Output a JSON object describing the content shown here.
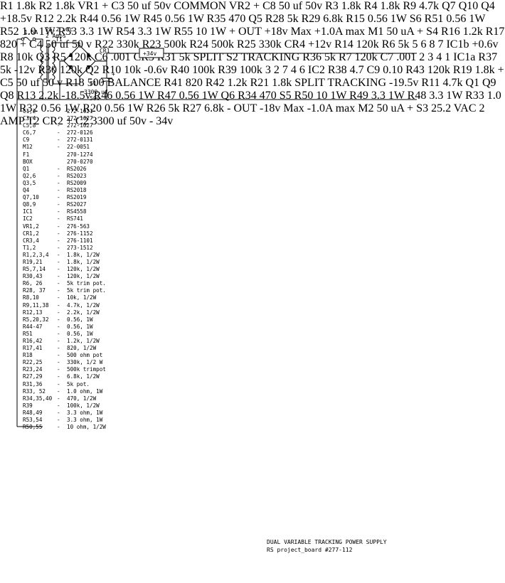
{
  "title": {
    "line1": "DUAL VARIABLE TRACKING POWER SUPPLY",
    "line2": "RS project_board #277-112"
  },
  "parts_list": [
    {
      "ref": "C1,2",
      "sep": "-",
      "val": "272-1021"
    },
    {
      "ref": "C3,4",
      "sep": "-",
      "val": "272-1027"
    },
    {
      "ref": "C5,8",
      "sep": "-",
      "val": "272-1027"
    },
    {
      "ref": "C6,7",
      "sep": "-",
      "val": "272-0126"
    },
    {
      "ref": "C9",
      "sep": "-",
      "val": "272-0131"
    },
    {
      "ref": "M12",
      "sep": "-",
      "val": "22-0051"
    },
    {
      "ref": "F1",
      "sep": "",
      "val": "270-1274"
    },
    {
      "ref": "BOX",
      "sep": "",
      "val": "270-0270"
    },
    {
      "ref": "Q1",
      "sep": "-",
      "val": "RS2026"
    },
    {
      "ref": "Q2,6",
      "sep": "-",
      "val": "RS2023"
    },
    {
      "ref": "Q3,5",
      "sep": "-",
      "val": "RS2009"
    },
    {
      "ref": "Q4",
      "sep": "-",
      "val": "RS2018"
    },
    {
      "ref": "Q7,10",
      "sep": "-",
      "val": "RS2019"
    },
    {
      "ref": "Q8,9",
      "sep": "-",
      "val": "RS2027"
    },
    {
      "ref": "IC1",
      "sep": "-",
      "val": "RS4558"
    },
    {
      "ref": "IC2",
      "sep": "-",
      "val": "RS741"
    },
    {
      "ref": "VR1,2",
      "sep": "-",
      "val": "276-563"
    },
    {
      "ref": "CR1,2",
      "sep": "-",
      "val": "276-1152"
    },
    {
      "ref": "CR3,4",
      "sep": "-",
      "val": "276-1101"
    },
    {
      "ref": "T1,2",
      "sep": "-",
      "val": "273-1512"
    },
    {
      "ref": "R1,2,3,4",
      "sep": "-",
      "val": "1.8k, 1/2W"
    },
    {
      "ref": "R19,21",
      "sep": "-",
      "val": "1.8k, 1/2W"
    },
    {
      "ref": "R5,7,14",
      "sep": "-",
      "val": "120k, 1/2W"
    },
    {
      "ref": "R30,43",
      "sep": "-",
      "val": "120k, 1/2W"
    },
    {
      "ref": "R6, 26",
      "sep": "-",
      "val": "5k trim pot."
    },
    {
      "ref": "R28, 37",
      "sep": "-",
      "val": "5k trim pot."
    },
    {
      "ref": "R8,10",
      "sep": "-",
      "val": "10k, 1/2W"
    },
    {
      "ref": "R9,11,38",
      "sep": "-",
      "val": "4.7k, 1/2W"
    },
    {
      "ref": "R12,13",
      "sep": "-",
      "val": "2.2k, 1/2W"
    },
    {
      "ref": "R5,20,32",
      "sep": "-",
      "val": "0.56, 1W"
    },
    {
      "ref": "R44-47",
      "sep": "-",
      "val": "0.56, 1W"
    },
    {
      "ref": "R51",
      "sep": "-",
      "val": "0.56, 1W"
    },
    {
      "ref": "R16,42",
      "sep": "-",
      "val": "1.2k, 1/2W"
    },
    {
      "ref": "R17,41",
      "sep": "-",
      "val": "820, 1/2W"
    },
    {
      "ref": "R18",
      "sep": "-",
      "val": "500 ohm pot"
    },
    {
      "ref": "R22,25",
      "sep": "-",
      "val": "330k, 1/2 W"
    },
    {
      "ref": "R23,24",
      "sep": "-",
      "val": "500k trimpot"
    },
    {
      "ref": "R27,29",
      "sep": "-",
      "val": "6.8k, 1/2W"
    },
    {
      "ref": "R31,36",
      "sep": "-",
      "val": "5k pot."
    },
    {
      "ref": "R33, 52",
      "sep": "-",
      "val": "1.0 ohm, 1W"
    },
    {
      "ref": "R34,35,40",
      "sep": "-",
      "val": "470, 1/2W"
    },
    {
      "ref": "R39",
      "sep": "-",
      "val": "100k, 1/2W"
    },
    {
      "ref": "R48,49",
      "sep": "-",
      "val": "3.3 ohm, 1W"
    },
    {
      "ref": "R53,54",
      "sep": "-",
      "val": "3.3 ohm, 1W"
    },
    {
      "ref": "R50,55",
      "sep": "-",
      "val": "10 ohm, 1/2W"
    }
  ],
  "rails": {
    "pos34": "+34v",
    "neg34": "- 34v",
    "pos12": "+12v",
    "neg12": "-12v",
    "pos18_5": "+18.5v",
    "neg18_5": "-18.5v",
    "neg19_5": "-19.5v",
    "pos0_6": "+0.6v",
    "neg0_6": "-0.6v",
    "common": "COMMON"
  },
  "outputs": {
    "pos_out": "+ OUT",
    "neg_out": "- OUT",
    "pos_spec1": "+18v Max",
    "pos_spec2": "+1.0A max",
    "neg_spec1": "-18v Max",
    "neg_spec2": "-1.0A max"
  },
  "balance_label": "BALANCE",
  "fuse": {
    "label": "1.5A"
  },
  "transformers": {
    "t1": {
      "ref": "T1",
      "rating1": "25.2 vac",
      "rating2": "2 Amps"
    },
    "t2": {
      "ref": "T2",
      "rating1": "25.2 VAC",
      "rating2": "2 AMP"
    }
  },
  "components": {
    "cr1": "CR1",
    "cr2": "CR2",
    "cr3": "CR3",
    "cr4": "CR4",
    "c1": "C1",
    "c1v": "3300 uf",
    "c1w": "50v",
    "c2": "C2",
    "c2v": "3300 uf",
    "c2w": "50v",
    "c3": "C3",
    "c3v": "50 uf",
    "c3w": "50v",
    "c4": "C4",
    "c4v": "50 uf",
    "c4w": "50 v",
    "c5": "C5",
    "c5v": "50 uf",
    "c5w": "50 v",
    "c6": "C6",
    "c6v": ".001",
    "c7": "C7",
    "c7v": ".001",
    "c8": "C8",
    "c8v": "50 uf",
    "c8w": "50v",
    "c9": "C9",
    "c9v": "0.10",
    "vr1": "VR1",
    "vr2": "VR2",
    "r1": "R1",
    "r1v": "1.8k",
    "r2": "R2",
    "r2v": "1.8k",
    "r3": "R3",
    "r3v": "1.8k",
    "r4": "R4",
    "r4v": "1.8k",
    "r5": "R5",
    "r5v": "120k",
    "r6": "R6",
    "r6v": "5k",
    "r7": "R7",
    "r7v": "120k",
    "r8": "R8",
    "r8v": "10k",
    "r9": "R9",
    "r9v": "4.7k",
    "r10": "R10",
    "r10v": "10k",
    "r11": "R11",
    "r11v": "4.7k",
    "r12": "R12",
    "r12v": "2.2k",
    "r13": "R13",
    "r13v": "2.2k",
    "r14": "R14",
    "r14v": "120k",
    "r15": "R15",
    "r15v": "0.56  1W",
    "r16": "R16",
    "r16v": "1.2k",
    "r17": "R17",
    "r17v": "820",
    "r18": "R18",
    "r18v": "500",
    "r19": "R19",
    "r19v": "1.8k",
    "r20": "R20",
    "r20v": "0.56  1W",
    "r21": "R21",
    "r21v": "1.8k",
    "r22": "R22",
    "r22v": "330k",
    "r23": "R23",
    "r23v": "500k",
    "r24": "R24",
    "r24v": "500k",
    "r25": "R25",
    "r25v": "330k",
    "r26": "R26",
    "r26v": "5k",
    "r27": "R27",
    "r27v": "6.8k",
    "r28": "R28",
    "r28v": "5k",
    "r29": "R29",
    "r29v": "6.8k",
    "r30": "R30",
    "r30v": "120k",
    "r31": "R31",
    "r31v": "5k",
    "r32": "R32",
    "r33": "R33",
    "r34": "R34",
    "r34v": "470",
    "r35": "R35",
    "r35v": "470",
    "r36": "R36",
    "r36v": "5k",
    "r37": "R37",
    "r37v": "5k",
    "r38": "R38",
    "r38v": "4.7",
    "r39": "R39",
    "r39v": "100k",
    "r40": "R40",
    "r40v": "100k",
    "r41": "R41",
    "r41v": "820",
    "r42": "R42",
    "r42v": "1.2k",
    "r43": "R43",
    "r43v": "120k",
    "r44": "R44",
    "r44v": "0.56  1W",
    "r45": "R45",
    "r45v": "0.56  1W",
    "r46": "R46",
    "r46v": "0.56  1W",
    "r47": "R47",
    "r47v": "0.56  1W",
    "r48": "R48",
    "r49": "R49",
    "r50": "R50",
    "r51": "R51",
    "r52": "R52",
    "r53": "R53",
    "r54": "R54",
    "r55": "R55",
    "q1": "Q1",
    "q2": "Q2",
    "q3": "Q3",
    "q4": "Q4",
    "q5": "Q5",
    "q6": "Q6",
    "q7": "Q7",
    "q8": "Q8",
    "q9": "Q9",
    "q10": "Q10",
    "ic1a": "IC1a",
    "ic1b": "IC1b",
    "ic2": "IC2",
    "s2": "S2",
    "s3": "S3",
    "s4": "S4",
    "s5": "S5",
    "s6": "S6",
    "m1": "M1",
    "m1v": "50 uA",
    "m2": "M2",
    "m2v": "50 uA",
    "split": "SPLIT",
    "tracking": "TRACKING",
    "split2": "SPLIT",
    "tracking2": "TRACKING"
  },
  "range_values_top": [
    "0.56  1W",
    "1.0  1W",
    "3.3  1W",
    "3.3  1W",
    "10  1W"
  ],
  "range_values_bottom": [
    "10  1W",
    "3.3  1W",
    "3.3  1W",
    "1.0  1W",
    "0.56  1W"
  ],
  "pins": {
    "ic1b_p5": "5",
    "ic1b_p6": "6",
    "ic1b_p7": "7",
    "ic1b_p8": "8",
    "ic1a_p1": "1",
    "ic1a_p2": "2",
    "ic1a_p3": "3",
    "ic1a_p4": "4",
    "ic2_p2": "2",
    "ic2_p3": "3",
    "ic2_p4": "4",
    "ic2_p6": "6",
    "ic2_p7": "7"
  }
}
